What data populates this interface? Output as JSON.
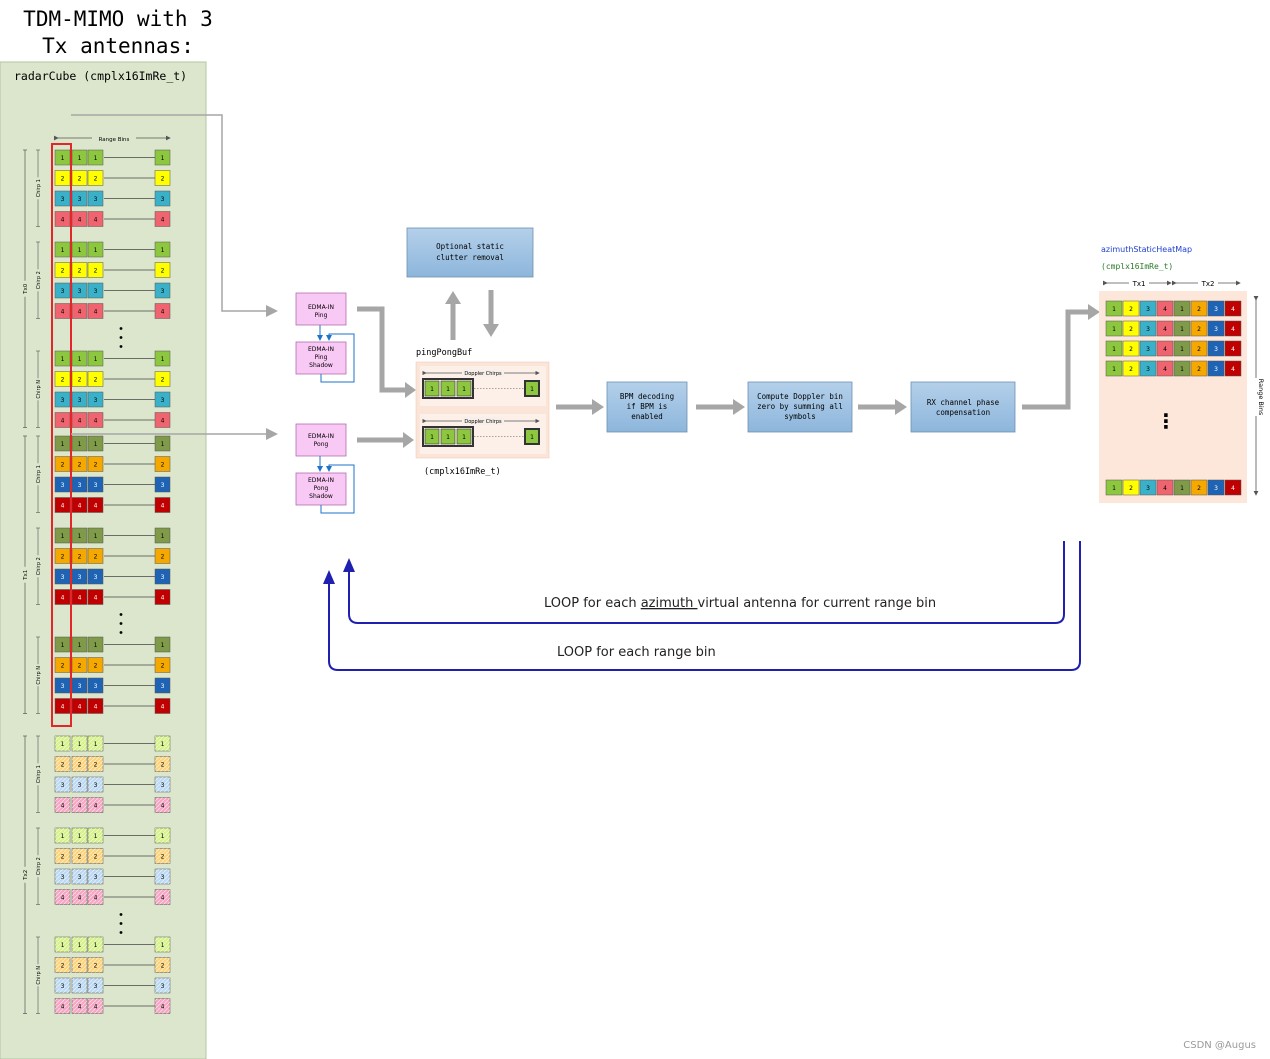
{
  "title": {
    "line1": "TDM-MIMO with 3",
    "line2": "Tx antennas:"
  },
  "radar_cube": {
    "label": "radarCube (cmplx16ImRe_t)",
    "range_bins_label": "Range Bins",
    "tx_groups": [
      {
        "label": "Tx0",
        "chirps": [
          "Chirp 1",
          "Chirp 2",
          "Chirp N"
        ],
        "style": "solid-light"
      },
      {
        "label": "Tx1",
        "chirps": [
          "Chirp 1",
          "Chirp 2",
          "Chirp N"
        ],
        "style": "solid-dark"
      },
      {
        "label": "Tx2",
        "chirps": [
          "Chirp 1",
          "Chirp 2",
          "Chirp N"
        ],
        "style": "hatched"
      }
    ],
    "row_values": [
      "1",
      "2",
      "3",
      "4"
    ],
    "dots": "⋮"
  },
  "edma": {
    "ping": "EDMA-IN Ping",
    "ping_shadow": "EDMA-IN Ping Shadow",
    "pong": "EDMA-IN Pong",
    "pong_shadow": "EDMA-IN Pong Shadow"
  },
  "ping_pong_buf": {
    "label": "pingPongBuf",
    "type_label": "(cmplx16ImRe_t)",
    "doppler_label": "Doppler Chirps",
    "cells": [
      "1",
      "1",
      "1",
      "1"
    ]
  },
  "processing": {
    "clutter": "Optional static clutter removal",
    "bpm": "BPM decoding if BPM is enabled",
    "doppler": "Compute Doppler bin zero by summing all symbols",
    "rx_phase": "RX channel phase compensation"
  },
  "heatmap": {
    "name": "azimuthStaticHeatMap",
    "type_label": "(cmplx16ImRe_t)",
    "tx1": "Tx1",
    "tx2": "Tx2",
    "range_bins": "Range Bins",
    "cells": [
      "1",
      "2",
      "3",
      "4",
      "1",
      "2",
      "3",
      "4"
    ]
  },
  "loops": {
    "inner_prefix": "LOOP for each ",
    "inner_underlined": "azimuth ",
    "inner_suffix": "virtual antenna for current range bin",
    "outer": "LOOP for each range bin"
  },
  "watermark": "CSDN @Augus",
  "colors": {
    "panel_bg": "#dce6cd",
    "panel_border": "#b5c4a0",
    "pink_box": "#f9c9f5",
    "proc_box": "#9fc2e0",
    "buf_bg": "#fbe4d8",
    "heat_bg": "#fce7da",
    "loop_blue": "#1f1fb0",
    "arrow_gray": "#a6a6a6",
    "highlight_red": "#e3262a",
    "tx0": [
      "#8dc63f",
      "#ffff00",
      "#3bb0c9",
      "#f06470"
    ],
    "tx1": [
      "#7f9a48",
      "#f5a800",
      "#1e63b4",
      "#c00000"
    ],
    "tx2": [
      "#d6f28a",
      "#fcd37a",
      "#bcd9f3",
      "#f6a5c2"
    ]
  }
}
